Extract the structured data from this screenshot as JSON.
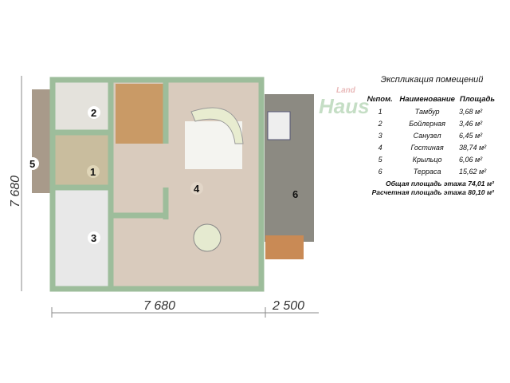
{
  "dimensions": {
    "left_height": "7 680",
    "bottom_width": "7 680",
    "terrace_width": "2 500"
  },
  "room_markers": [
    "1",
    "2",
    "3",
    "4",
    "5",
    "6"
  ],
  "logo": {
    "text": "Haus",
    "small": "Land"
  },
  "legend": {
    "title": "Экспликация помещений",
    "headers": [
      "№пом.",
      "Наименование",
      "Площадь"
    ],
    "rows": [
      {
        "num": "1",
        "name": "Тамбур",
        "area": "3,68 м²"
      },
      {
        "num": "2",
        "name": "Бойлерная",
        "area": "3,46 м²"
      },
      {
        "num": "3",
        "name": "Санузел",
        "area": "6,45 м²"
      },
      {
        "num": "4",
        "name": "Гостиная",
        "area": "38,74 м²"
      },
      {
        "num": "5",
        "name": "Крыльцо",
        "area": "6,06 м²"
      },
      {
        "num": "6",
        "name": "Терраса",
        "area": "15,62 м²"
      }
    ],
    "total": "Общая площадь этажа 74,01 м²",
    "calc": "Расчетная площадь этажа 80,10 м²"
  },
  "colors": {
    "wall": "#9dbd9b",
    "floor": "#d9cbbd",
    "terrace": "#8c8a82"
  }
}
